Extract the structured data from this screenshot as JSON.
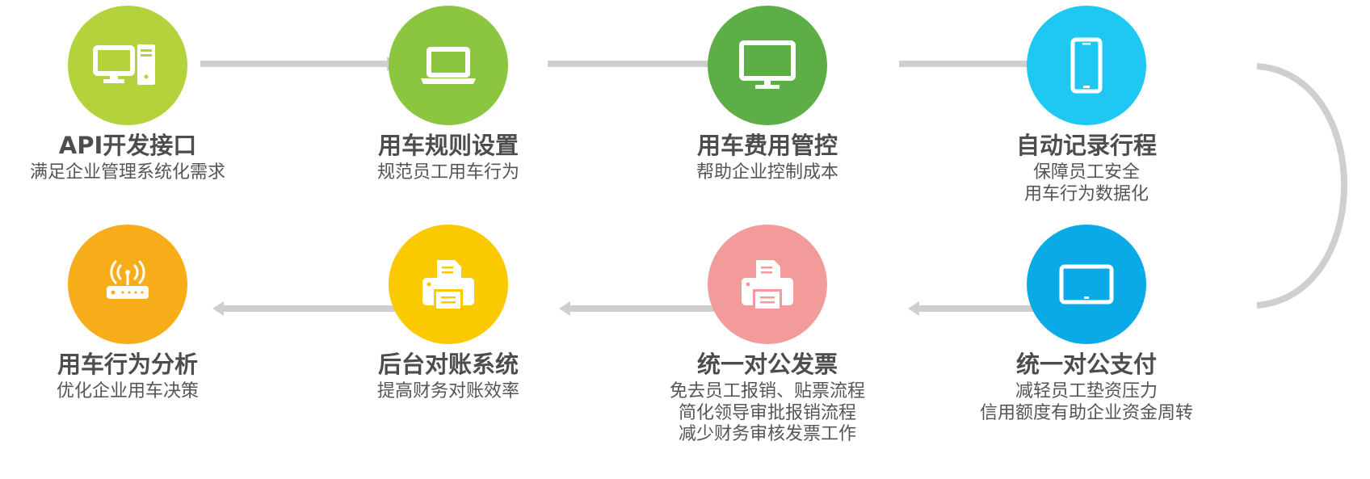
{
  "colors": {
    "connector": "#cfcfcf"
  },
  "steps": [
    {
      "id": "api",
      "title": "API开发接口",
      "description": [
        "满足企业管理系统化需求"
      ],
      "icon": "desktop-computer-icon",
      "color": "#b4d23c"
    },
    {
      "id": "rules",
      "title": "用车规则设置",
      "description": [
        "规范员工用车行为"
      ],
      "icon": "laptop-icon",
      "color": "#8cc641"
    },
    {
      "id": "cost",
      "title": "用车费用管控",
      "description": [
        "帮助企业控制成本"
      ],
      "icon": "monitor-icon",
      "color": "#5dae46"
    },
    {
      "id": "trip",
      "title": "自动记录行程",
      "description": [
        "保障员工安全",
        "用车行为数据化"
      ],
      "icon": "smartphone-icon",
      "color": "#1ec8f2"
    },
    {
      "id": "payment",
      "title": "统一对公支付",
      "description": [
        "减轻员工垫资压力",
        "信用额度有助企业资金周转"
      ],
      "icon": "tablet-icon",
      "color": "#0aaae6"
    },
    {
      "id": "invoice",
      "title": "统一对公发票",
      "description": [
        "免去员工报销、贴票流程",
        "简化领导审批报销流程",
        "减少财务审核发票工作"
      ],
      "icon": "printer-icon",
      "color": "#f39a9a"
    },
    {
      "id": "reconcile",
      "title": "后台对账系统",
      "description": [
        "提高财务对账效率"
      ],
      "icon": "printer-icon",
      "color": "#fbc900"
    },
    {
      "id": "analysis",
      "title": "用车行为分析",
      "description": [
        "优化企业用车决策"
      ],
      "icon": "wifi-router-icon",
      "color": "#f7ad1a"
    }
  ]
}
